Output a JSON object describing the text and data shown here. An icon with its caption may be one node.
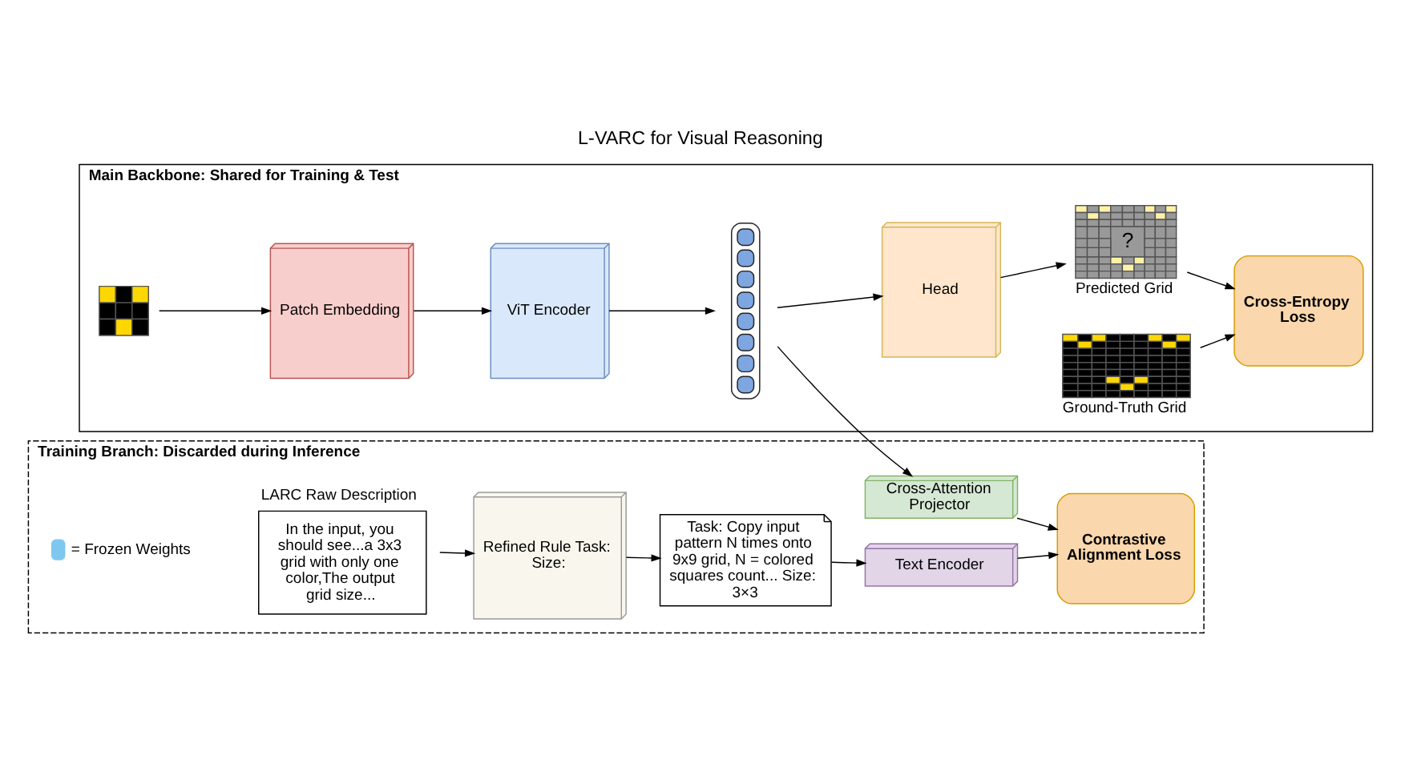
{
  "diagram": {
    "title": "L-VARC for Visual Reasoning",
    "nodes": [
      {
        "text": [
          "Main Backbone: Shared for Training & Test"
        ]
      },
      {
        "text": [],
        "shape": "grid",
        "in": 0
      },
      {
        "text": [
          "Patch Embedding"
        ],
        "in": 0
      },
      {
        "text": [
          "ViT Encoder"
        ],
        "in": 0
      },
      {
        "text": [],
        "shape": "box",
        "in": 0
      },
      {
        "text": [
          "Head"
        ],
        "in": 0
      },
      {
        "text": [
          "Ground-Truth Grid"
        ],
        "in": 0
      },
      {
        "text": [
          "?",
          "Predicted Grid"
        ],
        "in": 0
      },
      {
        "text": [
          "Cross-Entropy Loss"
        ],
        "in": 0
      },
      {
        "text": [
          "Training Branch: Discarded during Inference"
        ]
      },
      {
        "text": [
          "LARC Raw Description",
          "In the input, you should see...a 3x3 grid with only one color,The output grid size..."
        ],
        "in": 9
      },
      {
        "text": [
          "Refined Rule Task: Size:"
        ],
        "in": 9
      },
      {
        "text": [
          "Task: Copy input pattern N times onto 9x9 grid, N = colored squares count... Size: 3×3"
        ],
        "in": 9
      },
      {
        "text": [
          "Cross-Attention Projector"
        ],
        "in": 9
      },
      {
        "text": [
          "Text Encoder"
        ],
        "in": 9
      },
      {
        "text": [
          "Contrastive Alignment Loss"
        ],
        "in": 9
      }
    ],
    "edges": [
      {
        "from": 1,
        "to": 2,
        "arrow": "to"
      },
      {
        "from": 2,
        "to": 3,
        "arrow": "to"
      },
      {
        "from": 3,
        "to": 4,
        "arrow": "to"
      },
      {
        "from": 4,
        "to": 5,
        "arrow": "to"
      },
      {
        "from": 5,
        "to": 7,
        "arrow": "to"
      },
      {
        "from": 6,
        "to": 8,
        "arrow": "to"
      },
      {
        "from": 7,
        "to": 8,
        "arrow": "to"
      },
      {
        "from": 4,
        "to": 13,
        "arrow": "to"
      },
      {
        "from": 10,
        "to": 11,
        "arrow": "to"
      },
      {
        "from": 11,
        "to": 12,
        "arrow": "to"
      },
      {
        "from": 12,
        "to": 14,
        "arrow": "to"
      },
      {
        "from": 13,
        "to": 15,
        "arrow": "to"
      },
      {
        "from": 14,
        "to": 15,
        "arrow": "to"
      }
    ],
    "legend": [
      {
        "text": "= Frozen Weights"
      }
    ]
  }
}
